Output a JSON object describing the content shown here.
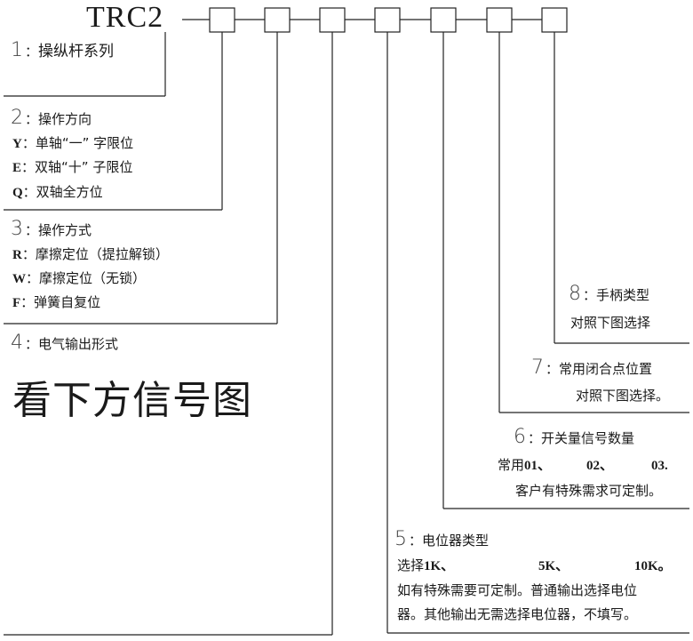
{
  "title": "TRC2",
  "sections": {
    "s1": {
      "num": "1",
      "sep": "：",
      "title": "操纵杆系列"
    },
    "s2": {
      "num": "2",
      "sep": "：",
      "title": "操作方向",
      "items": [
        {
          "code": "Y",
          "text": "：单轴“一” 字限位"
        },
        {
          "code": "E",
          "text": "：双轴“十” 子限位"
        },
        {
          "code": "Q",
          "text": "：双轴全方位"
        }
      ]
    },
    "s3": {
      "num": "3",
      "sep": "：",
      "title": "操作方式",
      "items": [
        {
          "code": "R",
          "text": "：摩擦定位（提拉解锁）"
        },
        {
          "code": "W",
          "text": "：摩擦定位（无锁）"
        },
        {
          "code": "F",
          "text": "：弹簧自复位"
        }
      ]
    },
    "s4": {
      "num": "4",
      "sep": "：",
      "title": "电气输出形式",
      "big": "看下方信号图"
    },
    "s5": {
      "num": "5",
      "sep": "：",
      "title": "电位器类型",
      "line1_prefix": "选择",
      "opt1": "1K、",
      "opt2": "5K、",
      "opt3": "10K。",
      "line2": "如有特殊需要可定制。普通输出选择电位",
      "line3": "器。其他输出无需选择电位器，不填写。"
    },
    "s6": {
      "num": "6",
      "sep": "：",
      "title": "开关量信号数量",
      "line1_prefix": "常用",
      "opt1": "01、",
      "opt2": "02、",
      "opt3": "03.",
      "line2": "客户有特殊需求可定制。"
    },
    "s7": {
      "num": "7",
      "sep": "：",
      "title": "常用闭合点位置",
      "line2": "对照下图选择。"
    },
    "s8": {
      "num": "8",
      "sep": "：",
      "title": "手柄类型",
      "line2": "对照下图选择"
    }
  }
}
